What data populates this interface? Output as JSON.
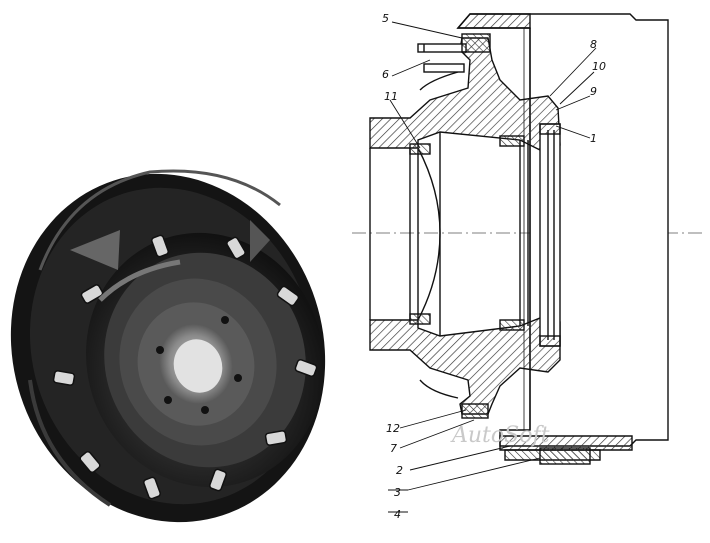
{
  "photo": {
    "alt": "Assembled wheel hub with brake drum and stud bolts"
  },
  "callouts": [
    "1",
    "2",
    "3",
    "4",
    "5",
    "6",
    "7",
    "8",
    "9",
    "10",
    "11",
    "12"
  ],
  "watermark": "AutoSoft",
  "colors": {
    "ink": "#111111",
    "hatch": "#333333",
    "metal": "#2a2a2a",
    "wm": "#c9c9c9"
  }
}
